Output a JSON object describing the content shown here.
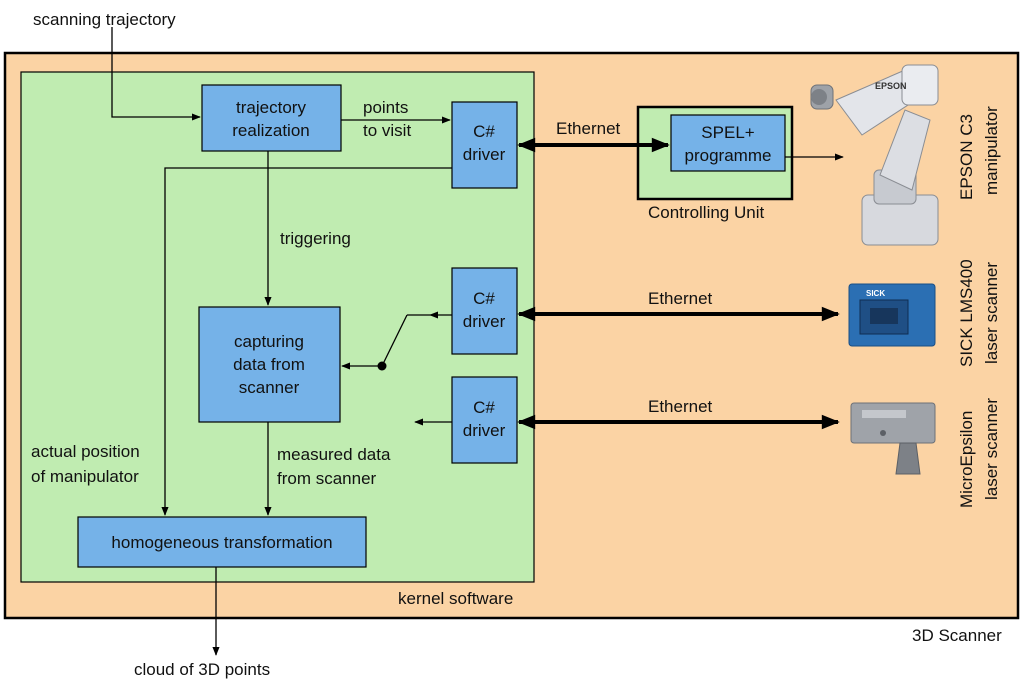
{
  "labels": {
    "input": "scanning trajectory",
    "output": "cloud of 3D points",
    "scanner_region": "3D Scanner",
    "kernel_region": "kernel software",
    "points_to_visit_1": "points",
    "points_to_visit_2": "to visit",
    "triggering": "triggering",
    "actual_position_1": "actual position",
    "actual_position_2": "of manipulator",
    "measured_1": "measured data",
    "measured_2": "from scanner",
    "ethernet_1": "Ethernet",
    "ethernet_2": "Ethernet",
    "ethernet_3": "Ethernet",
    "controlling_unit": "Controlling Unit"
  },
  "boxes": {
    "trajectory_1": "trajectory",
    "trajectory_2": "realization",
    "driver1_1": "C#",
    "driver1_2": "driver",
    "driver2_1": "C#",
    "driver2_2": "driver",
    "driver3_1": "C#",
    "driver3_2": "driver",
    "capturing_1": "capturing",
    "capturing_2": "data from",
    "capturing_3": "scanner",
    "transform": "homogeneous transformation",
    "spel_1": "SPEL+",
    "spel_2": "programme"
  },
  "devices": {
    "epson_1": "EPSON C3",
    "epson_2": "manipulator",
    "epson_logo": "EPSON",
    "sick_1": "SICK LMS400",
    "sick_2": "laser scanner",
    "sick_logo": "SICK",
    "micro_1": "MicroEpsilon",
    "micro_2": "laser scanner"
  },
  "colors": {
    "scanner_bg": "#fbd3a4",
    "kernel_bg": "#c0ecb1",
    "box_fill": "#75b2e8"
  }
}
